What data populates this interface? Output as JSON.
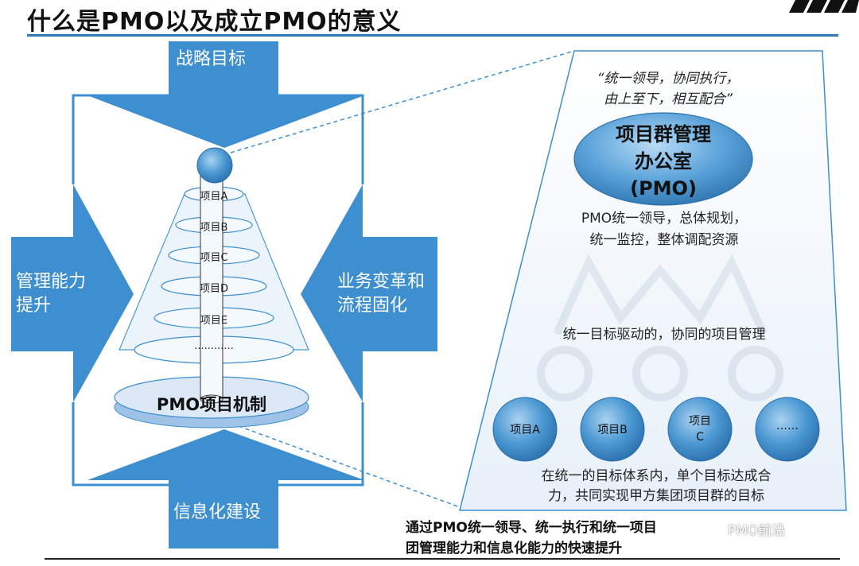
{
  "slide": {
    "title": "什么是PMO以及成立PMO的意义"
  },
  "left_figure": {
    "arrow_top": "战略目标",
    "arrow_left_line1": "管理能力",
    "arrow_left_line2": "提升",
    "arrow_right_line1": "业务变革和",
    "arrow_right_line2": "流程固化",
    "arrow_bottom": "信息化建设",
    "layers": [
      "项目A",
      "项目B",
      "项目C",
      "项目D",
      "项目E",
      "............"
    ],
    "base_label": "PMO项目机制"
  },
  "right_panel": {
    "quote_line1": "“统一领导，协同执行，",
    "quote_line2": "由上至下，相互配合”",
    "pmo_line1": "项目群管理",
    "pmo_line2": "办公室",
    "pmo_line3": "(PMO)",
    "desc_line1": "PMO统一领导，总体规划，",
    "desc_line2": "统一监控，整体调配资源",
    "middle_text": "统一目标驱动的，协同的项目管理",
    "projects": [
      "项目A",
      "项目B",
      "项目\nC",
      "……"
    ],
    "bottom_line1": "在统一的目标体系内，单个目标达成合",
    "bottom_line2": "力，共同实现甲方集团项目群的目标"
  },
  "conclusion": {
    "line1": "通过PMO统一领导、统一执行和统一项目",
    "line2": "团管理能力和信息化能力的快速提升"
  },
  "watermark": "PMO前沿",
  "colors": {
    "arrow_blue": "#3d8fcf",
    "title_rule": "#2f79b6",
    "bubble_fill": "#3f8cc9",
    "disc_fill": "#dce8f5"
  }
}
